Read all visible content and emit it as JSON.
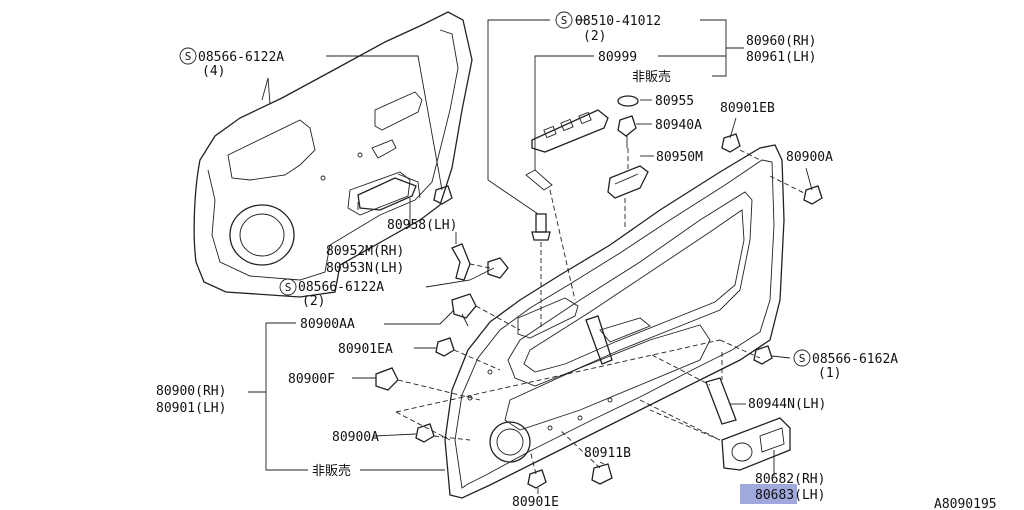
{
  "callouts": {
    "screw_08510_41012": "08510-41012",
    "screw_08510_41012_qty": "(2)",
    "p80999": "80999",
    "not_for_sale_top": "非販売",
    "p80960_rh": "80960(RH)",
    "p80961_lh": "80961(LH)",
    "screw_08566_6122a_top": "08566-6122A",
    "screw_08566_6122a_top_qty": "(4)",
    "p80955": "80955",
    "p80940a": "80940A",
    "p80901eb": "80901EB",
    "p80950m": "80950M",
    "p80900a_right": "80900A",
    "p80958_lh": "80958(LH)",
    "p80952m_rh": "80952M(RH)",
    "p80953n_lh": "80953N(LH)",
    "screw_08566_6122a_mid": "08566-6122A",
    "screw_08566_6122a_mid_qty": "(2)",
    "p80900aa": "80900AA",
    "p80901ea": "80901EA",
    "p80900f": "80900F",
    "p80900_rh": "80900(RH)",
    "p80901_lh": "80901(LH)",
    "p80900a_left": "80900A",
    "not_for_sale_bottom": "非販売",
    "p80911b": "80911B",
    "p80901e": "80901E",
    "screw_08566_6162a": "08566-6162A",
    "screw_08566_6162a_qty": "(1)",
    "p80944n_lh": "80944N(LH)",
    "p80682_rh": "80682(RH)",
    "p80683_lh": "80683(LH)"
  },
  "screw_symbol": "S",
  "diagram_code": "A8090195"
}
